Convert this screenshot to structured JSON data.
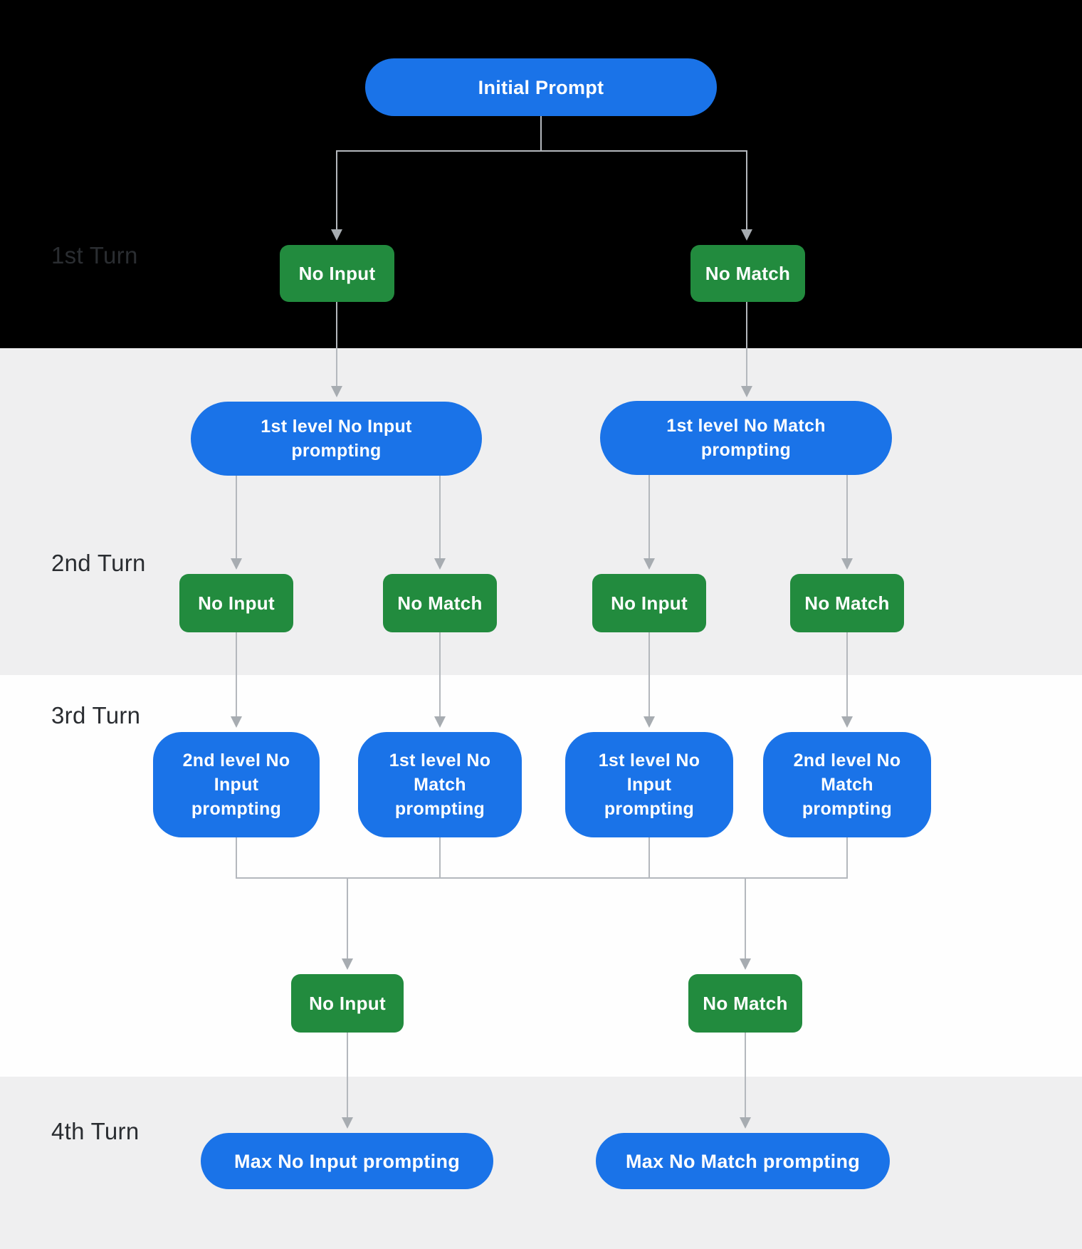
{
  "colors": {
    "node_blue": "#1a73e8",
    "node_green": "#228b3e",
    "band_black": "#000000",
    "band_gray": "#efeff0",
    "band_white": "#fefefe",
    "connector_line": "#b4b8bd",
    "arrowhead": "#a7acb1",
    "turn_label_text": "#2a2d31",
    "node_text": "#ffffff"
  },
  "turns": [
    {
      "label": "1st Turn"
    },
    {
      "label": "2nd Turn"
    },
    {
      "label": "3rd Turn"
    },
    {
      "label": "4th Turn"
    }
  ],
  "nodes": {
    "initial_prompt": {
      "label": "Initial Prompt"
    },
    "turn1_no_input": {
      "label": "No Input"
    },
    "turn1_no_match": {
      "label": "No Match"
    },
    "level1_no_input_prompting": {
      "lines": [
        "1st level No Input",
        "prompting"
      ]
    },
    "level1_no_match_prompting": {
      "lines": [
        "1st level No Match",
        "prompting"
      ]
    },
    "turn2_no_input_left": {
      "label": "No Input"
    },
    "turn2_no_match_left": {
      "label": "No Match"
    },
    "turn2_no_input_right": {
      "label": "No Input"
    },
    "turn2_no_match_right": {
      "label": "No Match"
    },
    "level2_no_input_prompting": {
      "lines": [
        "2nd level No",
        "Input",
        "prompting"
      ]
    },
    "level1_no_match_prompting_b": {
      "lines": [
        "1st level No",
        "Match",
        "prompting"
      ]
    },
    "level1_no_input_prompting_b": {
      "lines": [
        "1st level No",
        "Input",
        "prompting"
      ]
    },
    "level2_no_match_prompting": {
      "lines": [
        "2nd level No",
        "Match",
        "prompting"
      ]
    },
    "turn3_no_input": {
      "label": "No Input"
    },
    "turn3_no_match": {
      "label": "No Match"
    },
    "max_no_input_prompting": {
      "label": "Max No Input prompting"
    },
    "max_no_match_prompting": {
      "label": "Max No Match prompting"
    }
  }
}
